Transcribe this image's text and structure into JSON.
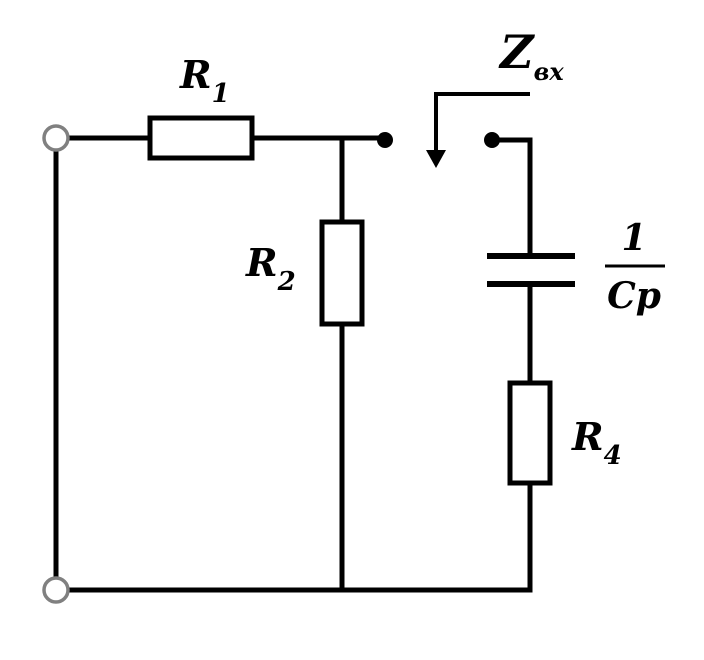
{
  "labels": {
    "r1": {
      "letter": "R",
      "sub": "1"
    },
    "r2": {
      "letter": "R",
      "sub": "2"
    },
    "r4": {
      "letter": "R",
      "sub": "4"
    },
    "zin": {
      "letter": "Z",
      "sub": "вх"
    },
    "cap": {
      "numerator": "1",
      "denominator": "Cp"
    }
  }
}
